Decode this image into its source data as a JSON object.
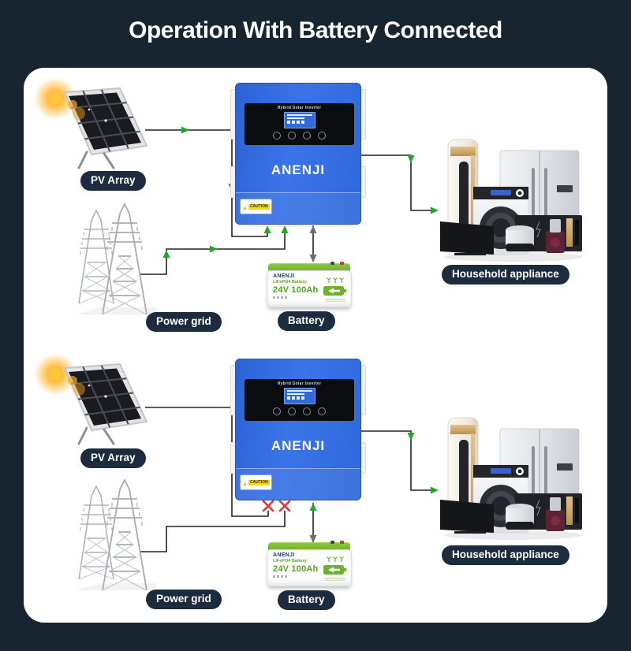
{
  "title": "Operation With Battery Connected",
  "colors": {
    "background": "#162530",
    "card": "#ffffff",
    "label_pill": "#1c2c3e",
    "arrow_green": "#23a42b",
    "arrow_gray": "#6e6e6e",
    "disconnect_red": "#e43530",
    "inverter_blue": "#3368dc",
    "battery_green": "#76b82c",
    "wire": "#222222"
  },
  "diagrams": [
    {
      "scenario": "pv-and-grid-connected-charging-battery",
      "pv_label": "PV Array",
      "grid_label": "Power grid",
      "battery_label": "Battery",
      "appliance_label": "Household appliance",
      "inverter": {
        "brand": "ANENJI",
        "screen_title": "Hybrid Solar Inverter",
        "caution_text": "CAUTION"
      },
      "battery": {
        "brand": "ANENJI",
        "type": "LiFePO4 Battery",
        "rating": "24V 100Ah"
      }
    },
    {
      "scenario": "pv-and-grid-disconnected-battery-discharging",
      "pv_label": "PV Array",
      "grid_label": "Power grid",
      "battery_label": "Battery",
      "appliance_label": "Household appliance",
      "inverter": {
        "brand": "ANENJI",
        "screen_title": "Hybrid Solar Inverter",
        "caution_text": "CAUTION"
      },
      "battery": {
        "brand": "ANENJI",
        "type": "LiFePO4 Battery",
        "rating": "24V 100Ah"
      }
    }
  ]
}
